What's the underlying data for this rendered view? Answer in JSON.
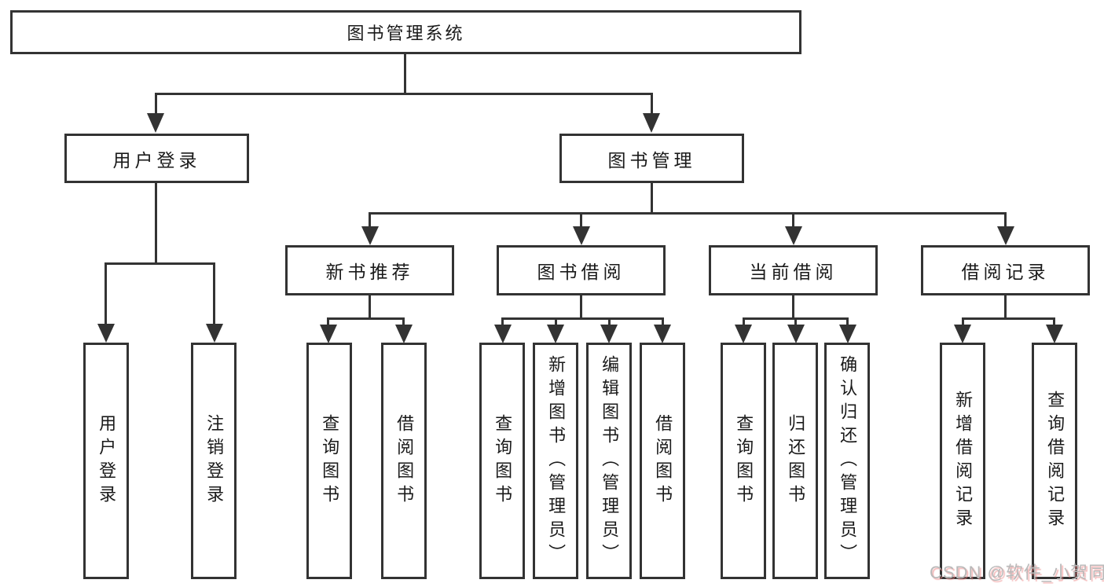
{
  "colors": {
    "line": "#333333",
    "box_border": "#333333",
    "text": "#1a1a1a",
    "background": "#ffffff",
    "watermark_gray": "#b9b9b9",
    "watermark_red_shadow": "#eb7d7d"
  },
  "tree": {
    "root": {
      "label": "图书管理系统"
    },
    "level1": [
      {
        "label": "用户登录",
        "children": [
          {
            "label": "用户登录"
          },
          {
            "label": "注销登录"
          }
        ]
      },
      {
        "label": "图书管理",
        "children": [
          {
            "label": "新书推荐",
            "children": [
              {
                "label": "查询图书"
              },
              {
                "label": "借阅图书"
              }
            ]
          },
          {
            "label": "图书借阅",
            "children": [
              {
                "label": "查询图书"
              },
              {
                "label": "新增图书（管理员）"
              },
              {
                "label": "编辑图书（管理员）"
              },
              {
                "label": "借阅图书"
              }
            ]
          },
          {
            "label": "当前借阅",
            "children": [
              {
                "label": "查询图书"
              },
              {
                "label": "归还图书"
              },
              {
                "label": "确认归还（管理员）"
              }
            ]
          },
          {
            "label": "借阅记录",
            "children": [
              {
                "label": "新增借阅记录"
              },
              {
                "label": "查询借阅记录"
              }
            ]
          }
        ]
      }
    ]
  },
  "watermark": {
    "text": "CSDN @软件_小贺同学"
  }
}
